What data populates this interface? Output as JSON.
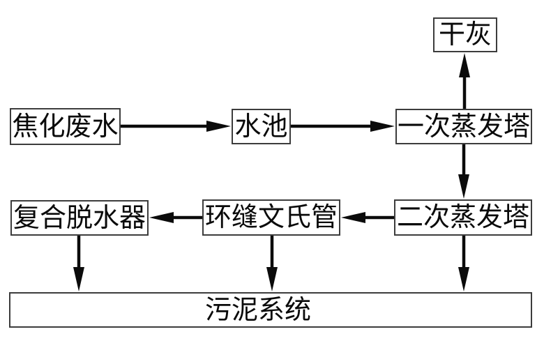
{
  "diagram": {
    "type": "flowchart",
    "language": "zh-CN",
    "colors": {
      "background": "#ffffff",
      "box_fill": "#ffffff",
      "box_border": "#3c3c3c",
      "arrow": "#0b0b0b",
      "text": "#0a0a0a"
    },
    "nodes": {
      "dry_ash": {
        "label": "干灰"
      },
      "coking_wastewater": {
        "label": "焦化废水"
      },
      "water_pool": {
        "label": "水池"
      },
      "primary_evaporation_tower": {
        "label": "一次蒸发塔"
      },
      "composite_dehydrator": {
        "label": "复合脱水器"
      },
      "annular_venturi_tube": {
        "label": "环缝文氏管"
      },
      "secondary_evaporation_tower": {
        "label": "二次蒸发塔"
      },
      "sludge_system": {
        "label": "污泥系统"
      }
    },
    "edges": [
      {
        "from": "coking_wastewater",
        "to": "water_pool"
      },
      {
        "from": "water_pool",
        "to": "primary_evaporation_tower"
      },
      {
        "from": "primary_evaporation_tower",
        "to": "dry_ash"
      },
      {
        "from": "primary_evaporation_tower",
        "to": "secondary_evaporation_tower"
      },
      {
        "from": "secondary_evaporation_tower",
        "to": "annular_venturi_tube"
      },
      {
        "from": "annular_venturi_tube",
        "to": "composite_dehydrator"
      },
      {
        "from": "composite_dehydrator",
        "to": "sludge_system"
      },
      {
        "from": "annular_venturi_tube",
        "to": "sludge_system"
      },
      {
        "from": "secondary_evaporation_tower",
        "to": "sludge_system"
      }
    ]
  }
}
